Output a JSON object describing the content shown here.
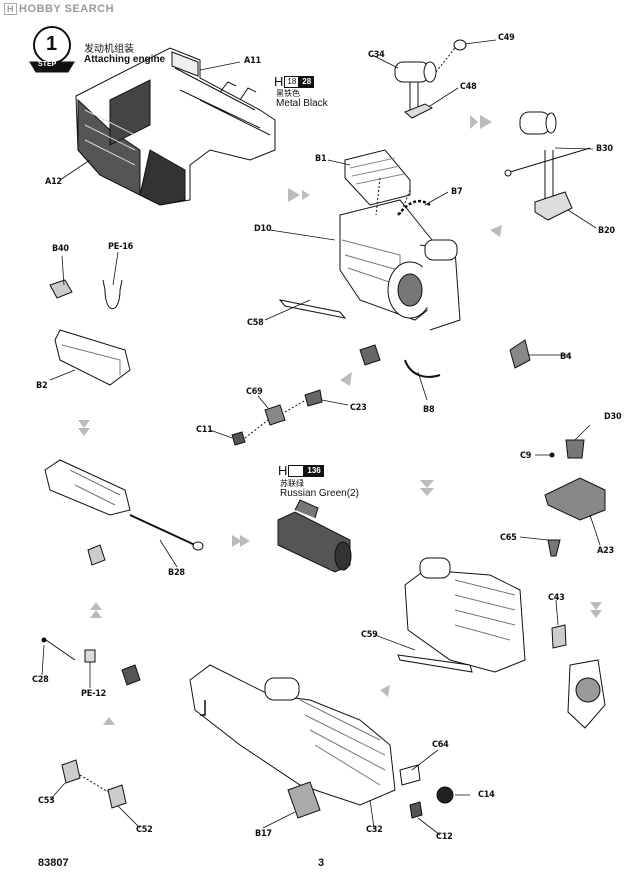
{
  "watermark": {
    "box": "H",
    "text": "HOBBY SEARCH"
  },
  "step": {
    "number": "1",
    "label": "STEP",
    "title_cn": "发动机组装",
    "title_en": "Attaching engine"
  },
  "paints": [
    {
      "h": "H",
      "code1": "18",
      "code2": "28",
      "cn": "黑铁色",
      "en": "Metal  Black"
    },
    {
      "h": "H",
      "code1": "",
      "code2": "136",
      "cn": "苏联绿",
      "en": "Russian Green(2)"
    }
  ],
  "labels": {
    "a11": "A11",
    "a12": "A12",
    "c34": "C34",
    "c49": "C49",
    "c48": "C48",
    "b30": "B30",
    "b20": "B20",
    "b1": "B1",
    "b7": "B7",
    "d10": "D10",
    "c58": "C58",
    "b4": "B4",
    "b8": "B8",
    "b40": "B40",
    "pe16": "PE-16",
    "b2": "B2",
    "c69": "C69",
    "c23": "C23",
    "c11": "C11",
    "d30": "D30",
    "c9": "C9",
    "a23": "A23",
    "c65": "C65",
    "b28": "B28",
    "c43": "C43",
    "c59": "C59",
    "c28": "C28",
    "pe12": "PE-12",
    "c64": "C64",
    "c14": "C14",
    "c53": "C53",
    "c52": "C52",
    "b17": "B17",
    "c32": "C32",
    "c12": "C12"
  },
  "footer": {
    "code": "83807",
    "page": "3"
  }
}
